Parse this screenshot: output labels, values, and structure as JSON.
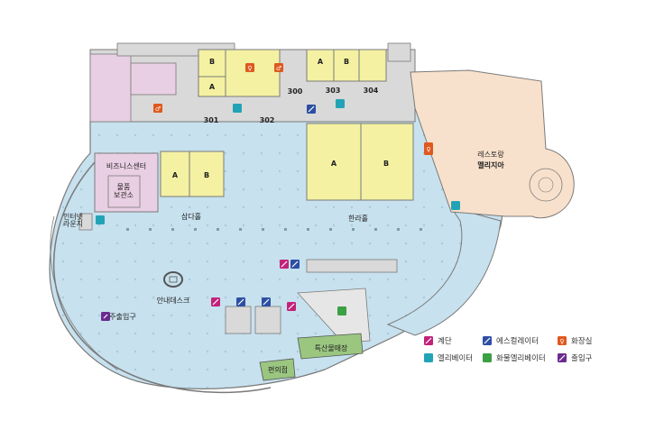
{
  "map": {
    "rooms": {
      "a_left": "A",
      "b_left": "B",
      "a_top_left": "A",
      "b_top_left": "B",
      "a_top_mid": "A",
      "b_top_mid": "B",
      "a_center": "A",
      "b_center": "B"
    },
    "room_numbers": {
      "r300": "300",
      "r301": "301",
      "r302": "302",
      "r303": "303",
      "r304": "304"
    },
    "halls": {
      "samda": "삼다홀",
      "halla": "한라홀"
    },
    "areas": {
      "business_center": "비즈니스센터",
      "goods_bureau_line1": "물품",
      "goods_bureau_line2": "보관소",
      "internet_line1": "인터넷",
      "internet_line2": "라운지",
      "info_desk": "안내데스크",
      "main_entrance": "주출입구",
      "restaurant_line1": "레스토랑",
      "restaurant_line2": "멜리지아",
      "convenience": "편의점",
      "souvenir": "특산물매장"
    },
    "colors": {
      "floor_blue": "#c7e1ee",
      "room_yellow": "#f4f1a2",
      "room_pink": "#e9cfe3",
      "room_peach": "#f8e1cc",
      "wall": "#7a7a7a",
      "stairs": "#c2227a",
      "escalator": "#2d4fa3",
      "restroom": "#e0581e",
      "elevator": "#22a3b5",
      "freight_elevator": "#3aa043",
      "entrance": "#6a2b8f"
    }
  },
  "legend": {
    "stairs": "계단",
    "escalator": "에스컬레이터",
    "restroom": "화장실",
    "elevator": "엘리베이터",
    "freight_elevator": "화물엘리베이터",
    "entrance": "출입구"
  }
}
